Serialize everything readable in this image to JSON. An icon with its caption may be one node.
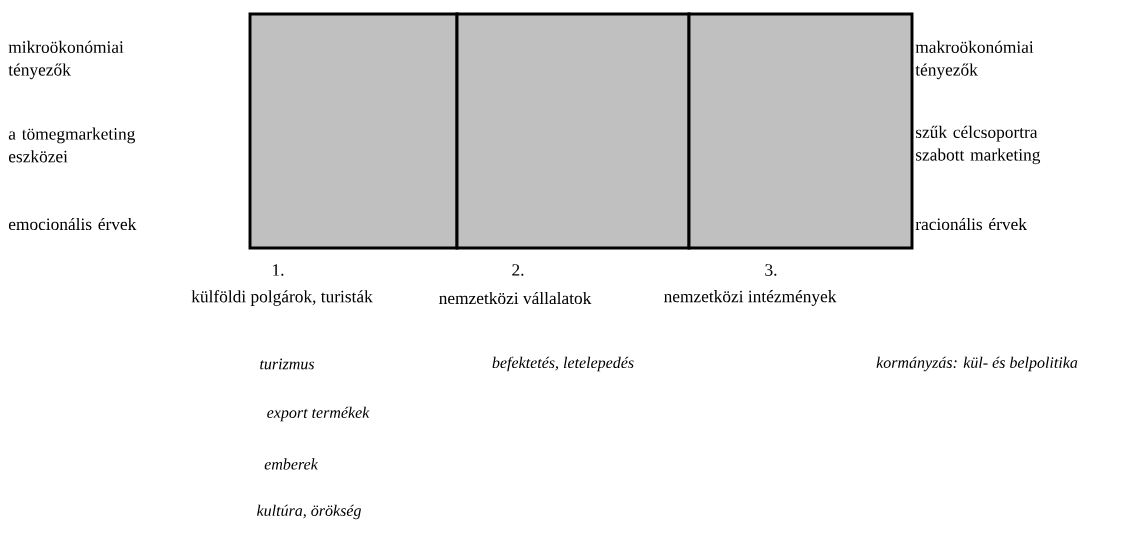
{
  "diagram": {
    "nodes": [
      {
        "text": [],
        "shape": "box"
      },
      {
        "text": [],
        "shape": "box"
      },
      {
        "text": [],
        "shape": "box"
      }
    ],
    "labels": [
      "mikroökonómiai tényezők",
      "makroökonómiai tényezők",
      "a tömegmarketing eszközei",
      "szűk célcsoportra szabott marketing",
      "emocionális érvek",
      "racionális érvek",
      "1.",
      "2.",
      "3.",
      "külföldi polgárok, turisták",
      "nemzetközi vállalatok",
      "nemzetközi intézmények",
      "turizmus",
      "befektetés, letelepedés",
      "kormányzás: kül- és belpolitika",
      "export termékek",
      "emberek",
      "kultúra, örökség"
    ]
  }
}
